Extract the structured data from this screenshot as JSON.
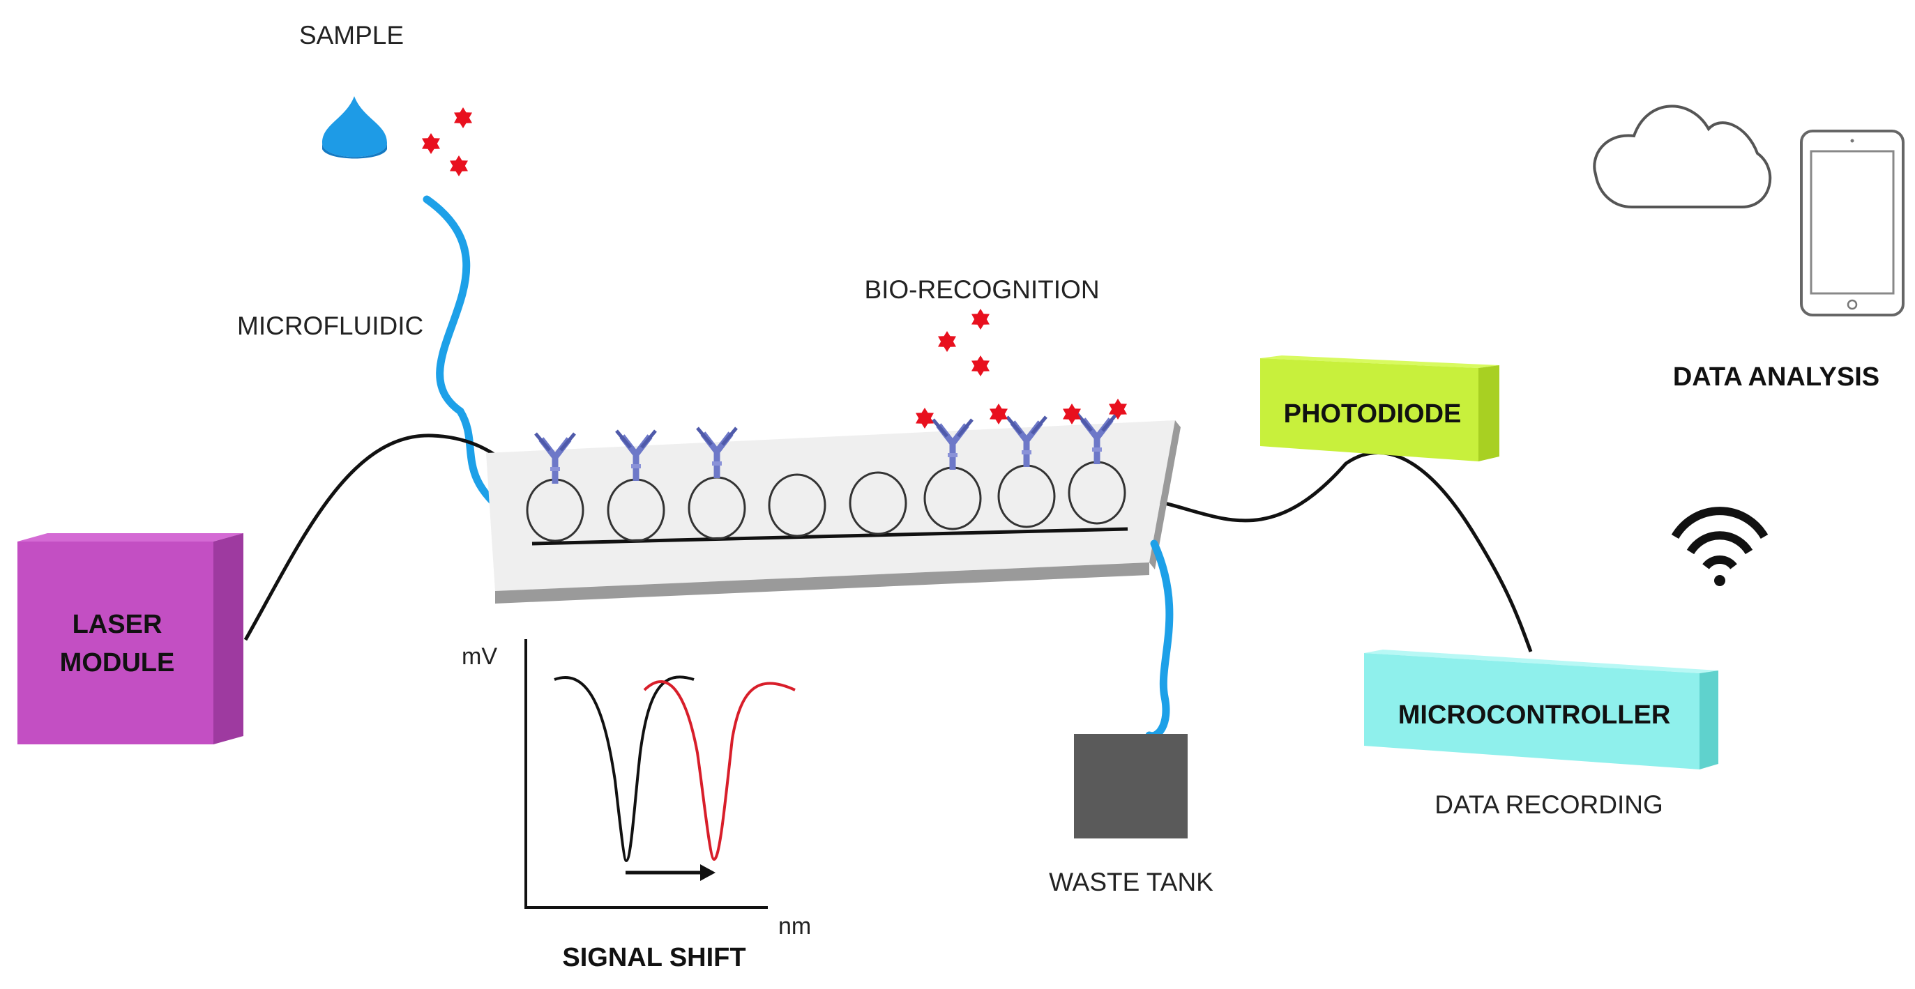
{
  "labels": {
    "sample": "SAMPLE",
    "microfluidic": "MICROFLUIDIC",
    "bio_recognition": "BIO-RECOGNITION",
    "laser_line1": "LASER",
    "laser_line2": "MODULE",
    "photodiode": "PHOTODIODE",
    "microcontroller": "MICROCONTROLLER",
    "data_recording": "DATA RECORDING",
    "data_analysis": "DATA ANALYSIS",
    "waste_tank": "WASTE TANK",
    "signal_shift": "SIGNAL SHIFT",
    "axis_y": "mV",
    "axis_x": "nm"
  },
  "colors": {
    "fluid": "#1da0e8",
    "analyte": "#e8101e",
    "antibody": "#6d78c8",
    "laser_box": "#c34fc3",
    "photodiode_box": "#c8f03c",
    "microcontroller_box": "#8ff0ec",
    "waste_tank": "#5a5a5a",
    "curve_before": "#111111",
    "curve_after": "#d81e2a"
  },
  "icons": [
    "water-drop-icon",
    "cloud-icon",
    "tablet-icon",
    "wifi-icon",
    "star-analyte-icon",
    "antibody-icon",
    "ring-resonator-icon"
  ]
}
